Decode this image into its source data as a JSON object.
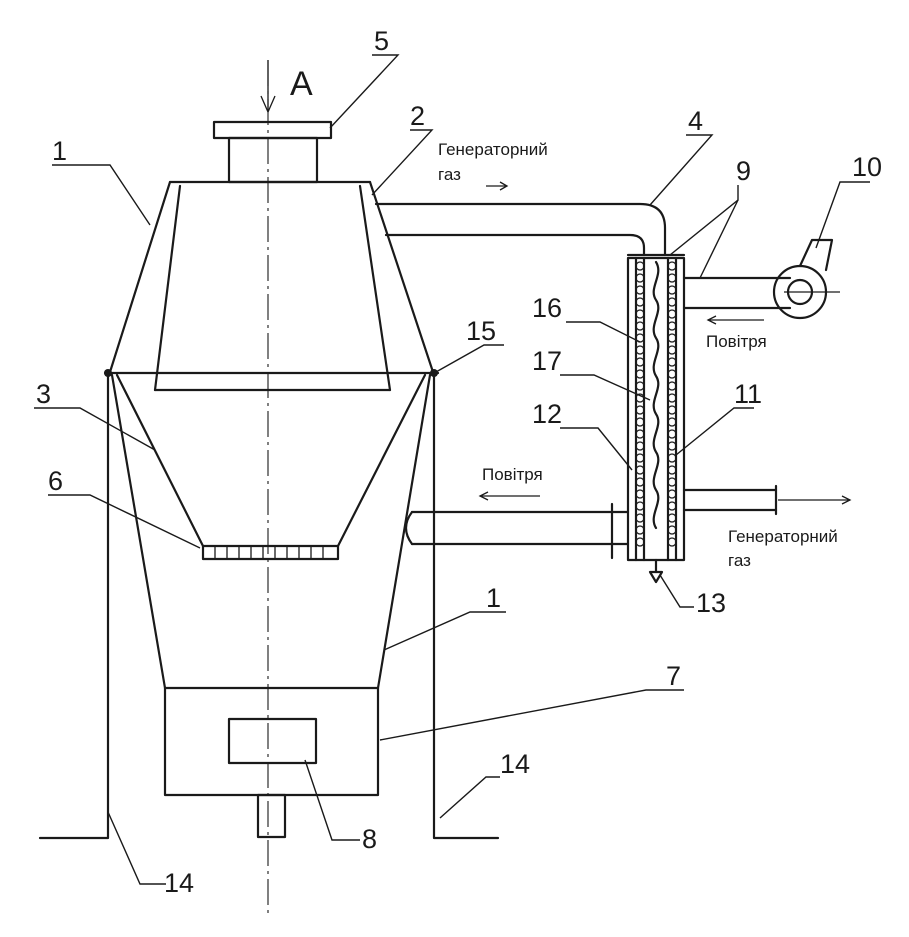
{
  "view_label": "A",
  "part_numbers": {
    "n1_top": "1",
    "n1_bottom": "1",
    "n2": "2",
    "n3": "3",
    "n4": "4",
    "n5": "5",
    "n6": "6",
    "n7": "7",
    "n8": "8",
    "n9": "9",
    "n10": "10",
    "n11": "11",
    "n12": "12",
    "n13": "13",
    "n14_left": "14",
    "n14_right": "14",
    "n15": "15",
    "n16": "16",
    "n17": "17"
  },
  "labels": {
    "gas_top_1": "Генераторний",
    "gas_top_2": "газ",
    "air_right": "Повітря",
    "air_left": "Повітря",
    "gas_bottom_1": "Генераторний",
    "gas_bottom_2": "газ"
  }
}
